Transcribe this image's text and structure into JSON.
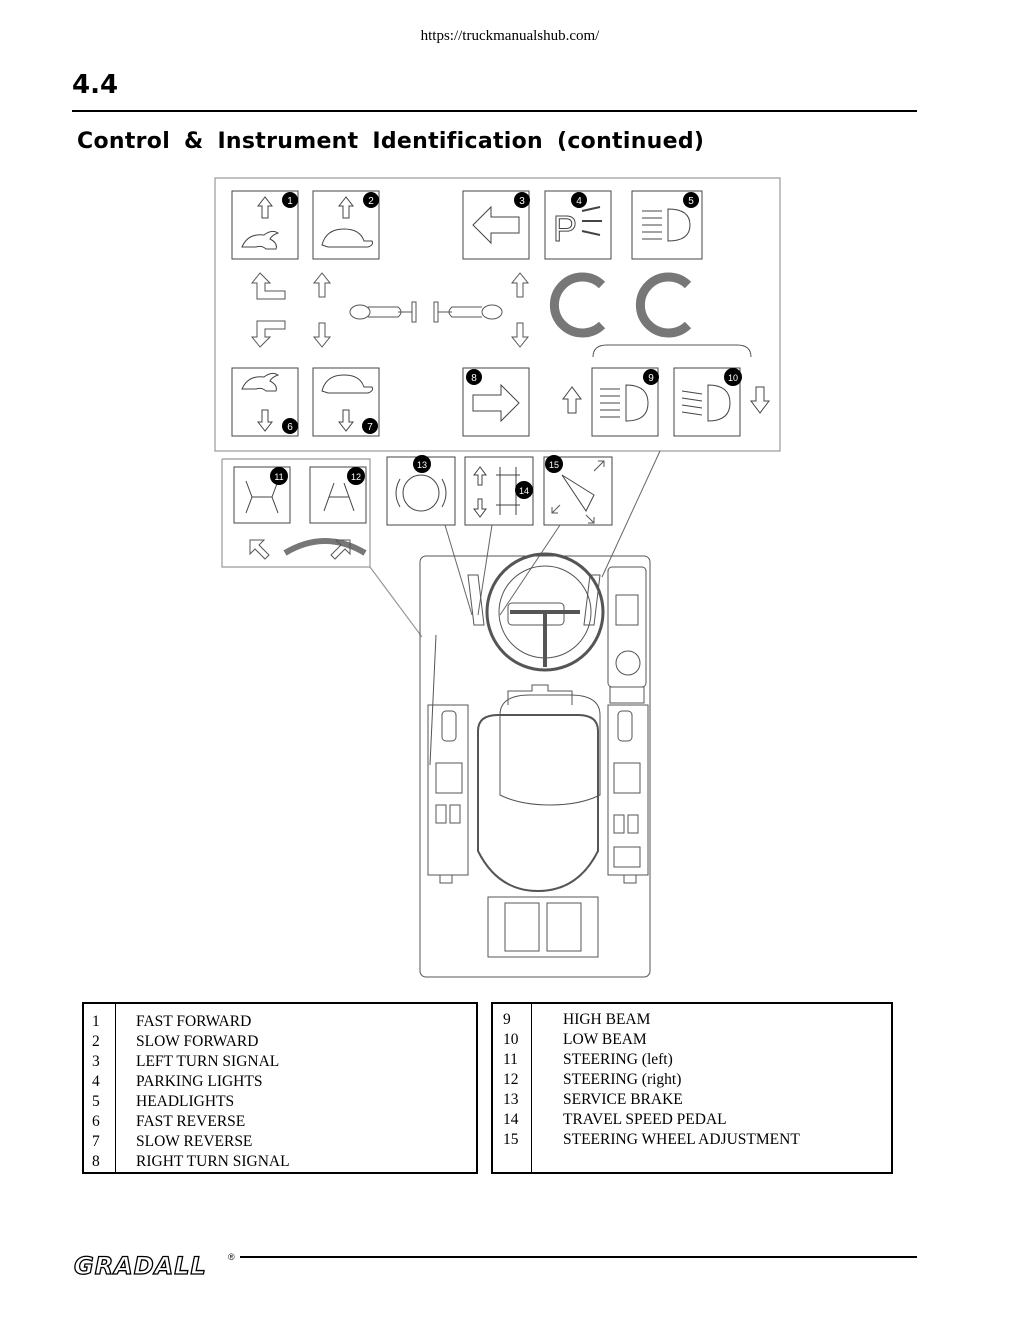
{
  "header": {
    "url": "https://truckmanualshub.com/"
  },
  "section_number": "4.4",
  "title": "Control & Instrument Identification (continued)",
  "callouts": [
    "1",
    "2",
    "3",
    "4",
    "5",
    "6",
    "7",
    "8",
    "9",
    "10",
    "11",
    "12",
    "13",
    "14",
    "15"
  ],
  "legend_left": [
    {
      "num": "1",
      "label": "FAST FORWARD"
    },
    {
      "num": "2",
      "label": "SLOW FORWARD"
    },
    {
      "num": "3",
      "label": "LEFT TURN SIGNAL"
    },
    {
      "num": "4",
      "label": "PARKING LIGHTS"
    },
    {
      "num": "5",
      "label": "HEADLIGHTS"
    },
    {
      "num": "6",
      "label": "FAST REVERSE"
    },
    {
      "num": "7",
      "label": "SLOW REVERSE"
    },
    {
      "num": "8",
      "label": "RIGHT TURN SIGNAL"
    }
  ],
  "legend_right": [
    {
      "num": "9",
      "label": "HIGH BEAM"
    },
    {
      "num": "10",
      "label": "LOW BEAM"
    },
    {
      "num": "11",
      "label": "STEERING (left)"
    },
    {
      "num": "12",
      "label": "STEERING (right)"
    },
    {
      "num": "13",
      "label": "SERVICE BRAKE"
    },
    {
      "num": "14",
      "label": "TRAVEL SPEED PEDAL"
    },
    {
      "num": "15",
      "label": "STEERING WHEEL ADJUSTMENT"
    }
  ],
  "footer": {
    "logo_text": "GRADALL",
    "registered_mark": "®"
  }
}
